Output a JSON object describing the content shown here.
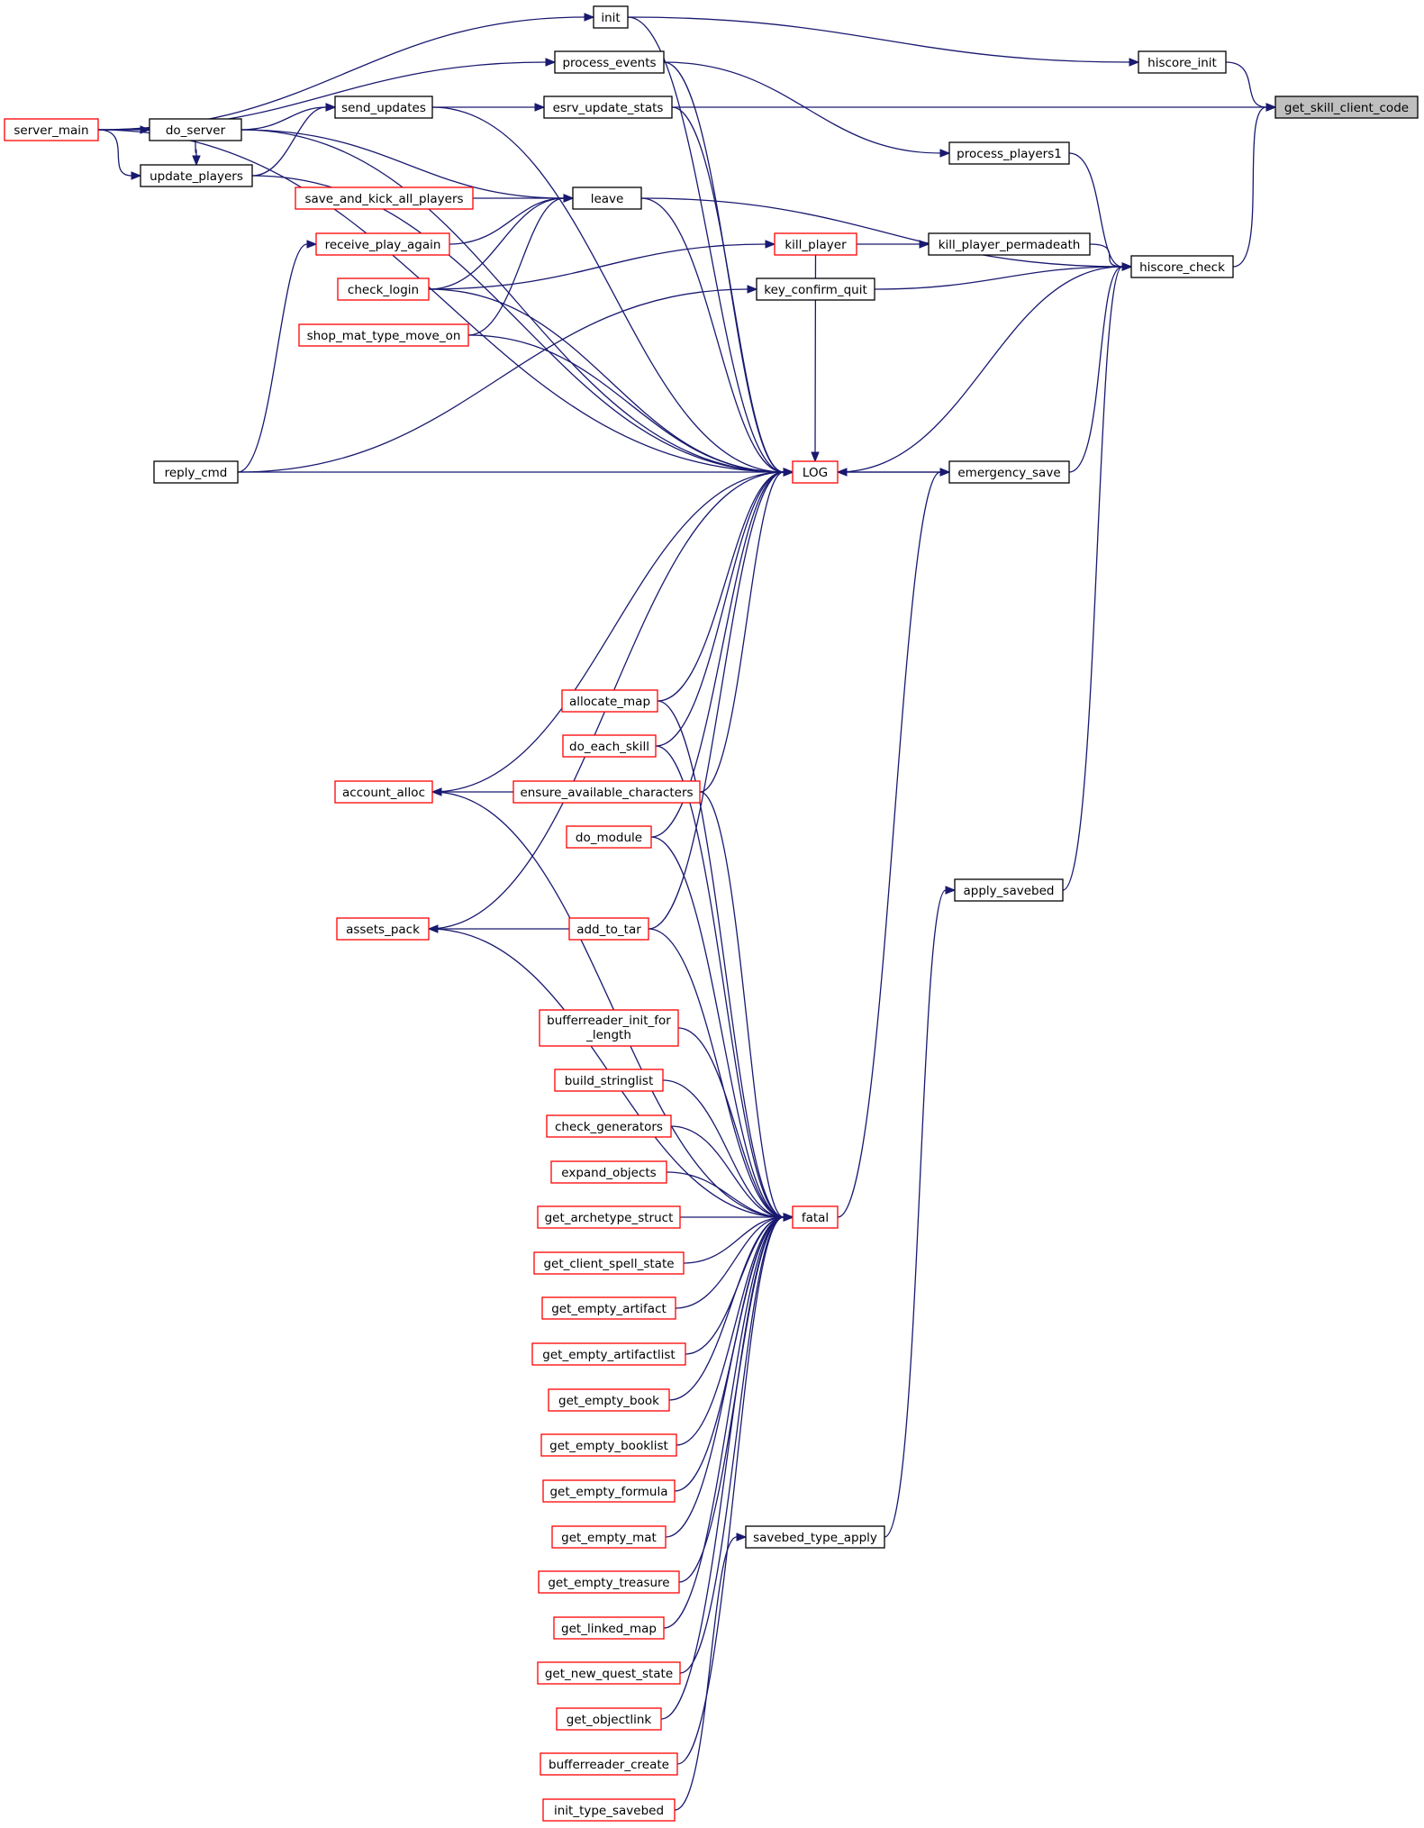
{
  "colors": {
    "edge": "#191970",
    "box_black": "#000000",
    "box_red": "#ff0000",
    "highlight_fill": "#bfbfbf",
    "default_fill": "#ffffff"
  },
  "nodes": [
    {
      "id": "get_skill_client_code",
      "label": "get_skill_client_code",
      "border": "black",
      "highlight": true
    },
    {
      "id": "hiscore_init",
      "label": "hiscore_init",
      "border": "black"
    },
    {
      "id": "init",
      "label": "init",
      "border": "black"
    },
    {
      "id": "process_events",
      "label": "process_events",
      "border": "black"
    },
    {
      "id": "server_main",
      "label": "server_main",
      "border": "red"
    },
    {
      "id": "esrv_update_stats",
      "label": "esrv_update_stats",
      "border": "black"
    },
    {
      "id": "send_updates",
      "label": "send_updates",
      "border": "black"
    },
    {
      "id": "do_server",
      "label": "do_server",
      "border": "black"
    },
    {
      "id": "update_players",
      "label": "update_players",
      "border": "black"
    },
    {
      "id": "hiscore_check",
      "label": "hiscore_check",
      "border": "black"
    },
    {
      "id": "process_players1",
      "label": "process_players1",
      "border": "black"
    },
    {
      "id": "leave",
      "label": "leave",
      "border": "black"
    },
    {
      "id": "save_and_kick_all_players",
      "label": "save_and_kick_all_players",
      "border": "red"
    },
    {
      "id": "receive_play_again",
      "label": "receive_play_again",
      "border": "red"
    },
    {
      "id": "check_login",
      "label": "check_login",
      "border": "red"
    },
    {
      "id": "shop_mat_type_move_on",
      "label": "shop_mat_type_move_on",
      "border": "red"
    },
    {
      "id": "kill_player",
      "label": "kill_player",
      "border": "red"
    },
    {
      "id": "kill_player_permadeath",
      "label": "kill_player_permadeath",
      "border": "black"
    },
    {
      "id": "key_confirm_quit",
      "label": "key_confirm_quit",
      "border": "black"
    },
    {
      "id": "reply_cmd",
      "label": "reply_cmd",
      "border": "black"
    },
    {
      "id": "LOG",
      "label": "LOG",
      "border": "red"
    },
    {
      "id": "emergency_save",
      "label": "emergency_save",
      "border": "black"
    },
    {
      "id": "apply_savebed",
      "label": "apply_savebed",
      "border": "black"
    },
    {
      "id": "allocate_map",
      "label": "allocate_map",
      "border": "red"
    },
    {
      "id": "do_each_skill",
      "label": "do_each_skill",
      "border": "red"
    },
    {
      "id": "ensure_available_characters",
      "label": "ensure_available_characters",
      "border": "red"
    },
    {
      "id": "account_alloc",
      "label": "account_alloc",
      "border": "red"
    },
    {
      "id": "do_module",
      "label": "do_module",
      "border": "red"
    },
    {
      "id": "add_to_tar",
      "label": "add_to_tar",
      "border": "red"
    },
    {
      "id": "assets_pack",
      "label": "assets_pack",
      "border": "red"
    },
    {
      "id": "bufferreader_init_for_length",
      "label": "bufferreader_init_for",
      "label2": "_length",
      "border": "red"
    },
    {
      "id": "build_stringlist",
      "label": "build_stringlist",
      "border": "red"
    },
    {
      "id": "check_generators",
      "label": "check_generators",
      "border": "red"
    },
    {
      "id": "expand_objects",
      "label": "expand_objects",
      "border": "red"
    },
    {
      "id": "get_archetype_struct",
      "label": "get_archetype_struct",
      "border": "red"
    },
    {
      "id": "fatal",
      "label": "fatal",
      "border": "red"
    },
    {
      "id": "get_client_spell_state",
      "label": "get_client_spell_state",
      "border": "red"
    },
    {
      "id": "get_empty_artifact",
      "label": "get_empty_artifact",
      "border": "red"
    },
    {
      "id": "get_empty_artifactlist",
      "label": "get_empty_artifactlist",
      "border": "red"
    },
    {
      "id": "get_empty_book",
      "label": "get_empty_book",
      "border": "red"
    },
    {
      "id": "get_empty_booklist",
      "label": "get_empty_booklist",
      "border": "red"
    },
    {
      "id": "get_empty_formula",
      "label": "get_empty_formula",
      "border": "red"
    },
    {
      "id": "get_empty_mat",
      "label": "get_empty_mat",
      "border": "red"
    },
    {
      "id": "savebed_type_apply",
      "label": "savebed_type_apply",
      "border": "black"
    },
    {
      "id": "get_empty_treasure",
      "label": "get_empty_treasure",
      "border": "red"
    },
    {
      "id": "get_linked_map",
      "label": "get_linked_map",
      "border": "red"
    },
    {
      "id": "get_new_quest_state",
      "label": "get_new_quest_state",
      "border": "red"
    },
    {
      "id": "get_objectlink",
      "label": "get_objectlink",
      "border": "red"
    },
    {
      "id": "bufferreader_create",
      "label": "bufferreader_create",
      "border": "red"
    },
    {
      "id": "init_type_savebed",
      "label": "init_type_savebed",
      "border": "red"
    }
  ],
  "edges": [
    {
      "from": "hiscore_init",
      "to": "get_skill_client_code"
    },
    {
      "from": "esrv_update_stats",
      "to": "get_skill_client_code"
    },
    {
      "from": "hiscore_check",
      "to": "get_skill_client_code"
    },
    {
      "from": "init",
      "to": "hiscore_init"
    },
    {
      "from": "server_main",
      "to": "init"
    },
    {
      "from": "server_main",
      "to": "process_events"
    },
    {
      "from": "send_updates",
      "to": "esrv_update_stats"
    },
    {
      "from": "do_server",
      "to": "send_updates"
    },
    {
      "from": "update_players",
      "to": "send_updates"
    },
    {
      "from": "server_main",
      "to": "do_server"
    },
    {
      "from": "do_server",
      "to": "update_players"
    },
    {
      "from": "server_main",
      "to": "update_players"
    },
    {
      "from": "process_events",
      "to": "process_players1"
    },
    {
      "from": "process_players1",
      "to": "hiscore_check"
    },
    {
      "from": "leave",
      "to": "hiscore_check"
    },
    {
      "from": "kill_player_permadeath",
      "to": "hiscore_check"
    },
    {
      "from": "key_confirm_quit",
      "to": "hiscore_check"
    },
    {
      "from": "emergency_save",
      "to": "hiscore_check"
    },
    {
      "from": "apply_savebed",
      "to": "hiscore_check"
    },
    {
      "from": "LOG",
      "to": "hiscore_check"
    },
    {
      "from": "do_server",
      "to": "leave"
    },
    {
      "from": "save_and_kick_all_players",
      "to": "leave"
    },
    {
      "from": "receive_play_again",
      "to": "leave"
    },
    {
      "from": "check_login",
      "to": "leave"
    },
    {
      "from": "shop_mat_type_move_on",
      "to": "leave"
    },
    {
      "from": "reply_cmd",
      "to": "receive_play_again"
    },
    {
      "from": "kill_player",
      "to": "kill_player_permadeath"
    },
    {
      "from": "check_login",
      "to": "kill_player"
    },
    {
      "from": "reply_cmd",
      "to": "key_confirm_quit"
    },
    {
      "from": "emergency_save",
      "to": "LOG"
    },
    {
      "from": "LOG",
      "to": "emergency_save"
    },
    {
      "from": "savebed_type_apply",
      "to": "apply_savebed"
    },
    {
      "from": "fatal",
      "to": "emergency_save"
    },
    {
      "from": "init",
      "to": "LOG"
    },
    {
      "from": "process_events",
      "to": "LOG"
    },
    {
      "from": "esrv_update_stats",
      "to": "LOG"
    },
    {
      "from": "send_updates",
      "to": "LOG"
    },
    {
      "from": "leave",
      "to": "LOG"
    },
    {
      "from": "check_login",
      "to": "LOG"
    },
    {
      "from": "shop_mat_type_move_on",
      "to": "LOG"
    },
    {
      "from": "reply_cmd",
      "to": "LOG"
    },
    {
      "from": "do_server",
      "to": "LOG"
    },
    {
      "from": "update_players",
      "to": "LOG"
    },
    {
      "from": "server_main",
      "to": "LOG"
    },
    {
      "from": "kill_player",
      "to": "LOG"
    },
    {
      "from": "allocate_map",
      "to": "LOG"
    },
    {
      "from": "do_each_skill",
      "to": "LOG"
    },
    {
      "from": "ensure_available_characters",
      "to": "LOG"
    },
    {
      "from": "do_module",
      "to": "LOG"
    },
    {
      "from": "add_to_tar",
      "to": "LOG"
    },
    {
      "from": "account_alloc",
      "to": "LOG"
    },
    {
      "from": "assets_pack",
      "to": "LOG"
    },
    {
      "from": "ensure_available_characters",
      "to": "account_alloc"
    },
    {
      "from": "add_to_tar",
      "to": "assets_pack"
    },
    {
      "from": "allocate_map",
      "to": "fatal"
    },
    {
      "from": "do_each_skill",
      "to": "fatal"
    },
    {
      "from": "ensure_available_characters",
      "to": "fatal"
    },
    {
      "from": "account_alloc",
      "to": "fatal"
    },
    {
      "from": "do_module",
      "to": "fatal"
    },
    {
      "from": "add_to_tar",
      "to": "fatal"
    },
    {
      "from": "assets_pack",
      "to": "fatal"
    },
    {
      "from": "bufferreader_init_for_length",
      "to": "fatal"
    },
    {
      "from": "build_stringlist",
      "to": "fatal"
    },
    {
      "from": "check_generators",
      "to": "fatal"
    },
    {
      "from": "expand_objects",
      "to": "fatal"
    },
    {
      "from": "get_archetype_struct",
      "to": "fatal"
    },
    {
      "from": "get_client_spell_state",
      "to": "fatal"
    },
    {
      "from": "get_empty_artifact",
      "to": "fatal"
    },
    {
      "from": "get_empty_artifactlist",
      "to": "fatal"
    },
    {
      "from": "get_empty_book",
      "to": "fatal"
    },
    {
      "from": "get_empty_booklist",
      "to": "fatal"
    },
    {
      "from": "get_empty_formula",
      "to": "fatal"
    },
    {
      "from": "get_empty_mat",
      "to": "fatal"
    },
    {
      "from": "get_empty_treasure",
      "to": "fatal"
    },
    {
      "from": "get_linked_map",
      "to": "fatal"
    },
    {
      "from": "get_new_quest_state",
      "to": "fatal"
    },
    {
      "from": "get_objectlink",
      "to": "fatal"
    },
    {
      "from": "bufferreader_create",
      "to": "fatal"
    },
    {
      "from": "init_type_savebed",
      "to": "savebed_type_apply"
    }
  ]
}
